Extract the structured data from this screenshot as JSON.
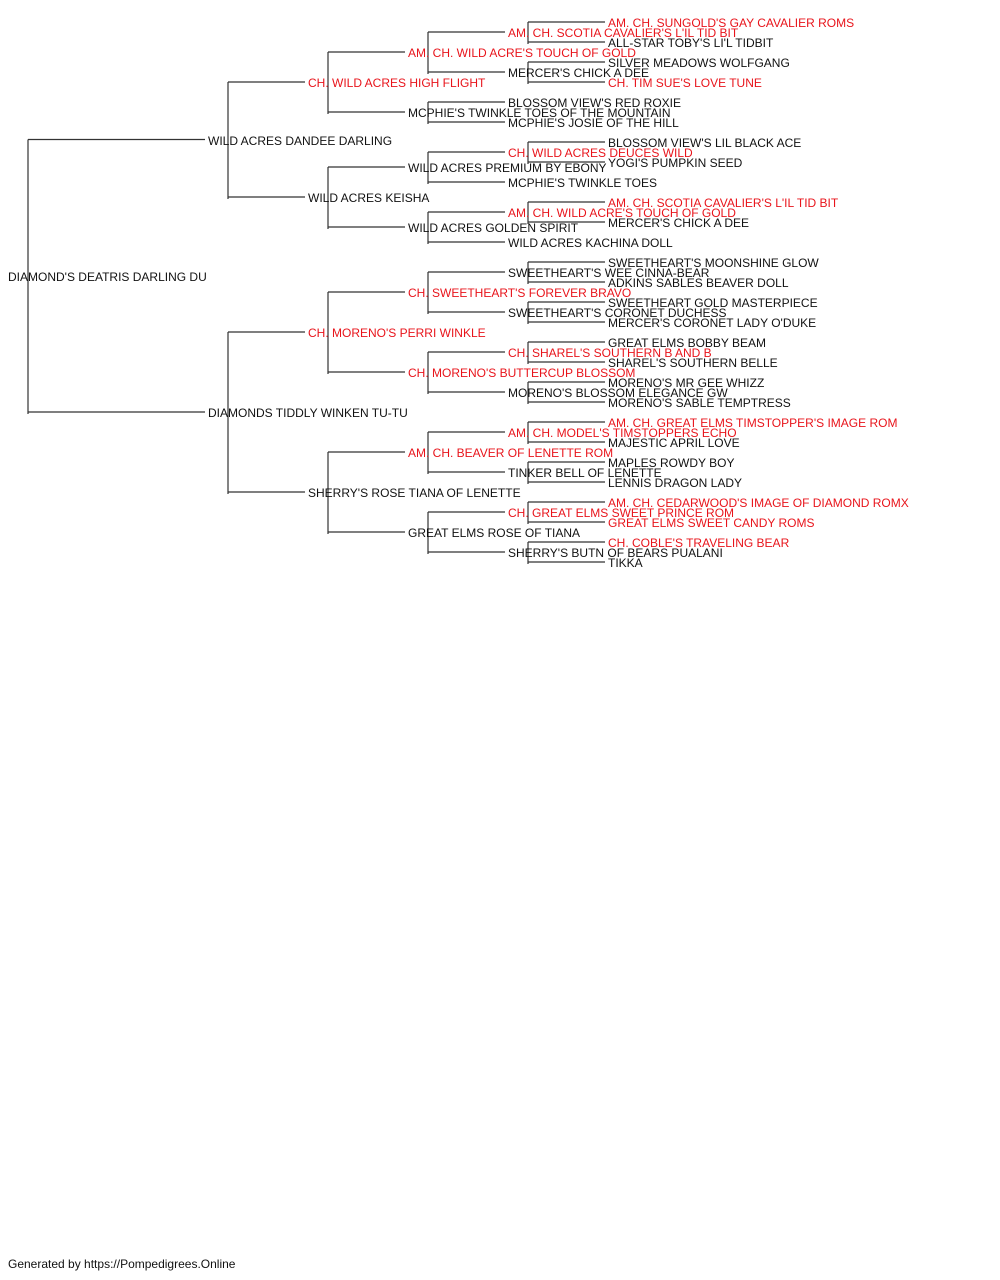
{
  "subject": {
    "name": "DIAMOND'S DEATRIS DARLING DU",
    "champion": false
  },
  "sire": {
    "name": "WILD ACRES DANDEE DARLING",
    "champion": false
  },
  "sire_sire": {
    "name": "CH. WILD ACRES HIGH FLIGHT",
    "champion": true
  },
  "sire_sire_sire": {
    "name": "AM. CH. WILD ACRE'S TOUCH OF GOLD",
    "champion": true
  },
  "sire_sire_sire_sire": {
    "name": "AM. CH. SCOTIA CAVALIER'S L'IL TID BIT",
    "champion": true
  },
  "sire_sire_sire_sire_sire": {
    "name": "AM. CH. SUNGOLD'S GAY CAVALIER ROMS",
    "champion": true
  },
  "sire_sire_sire_sire_dam": {
    "name": "ALL-STAR TOBY'S LI'L TIDBIT",
    "champion": false
  },
  "sire_sire_sire_dam": {
    "name": "MERCER'S CHICK A DEE",
    "champion": false
  },
  "sire_sire_sire_dam_sire": {
    "name": "SILVER MEADOWS WOLFGANG",
    "champion": false
  },
  "sire_sire_sire_dam_dam": {
    "name": "CH. TIM SUE'S LOVE TUNE",
    "champion": true
  },
  "sire_sire_dam": {
    "name": "MCPHIE'S TWINKLE TOES OF THE MOUNTAIN",
    "champion": false
  },
  "sire_sire_dam_sire": {
    "name": "BLOSSOM VIEW'S RED ROXIE",
    "champion": false
  },
  "sire_sire_dam_dam": {
    "name": "MCPHIE'S JOSIE OF THE HILL",
    "champion": false
  },
  "sire_dam": {
    "name": "WILD ACRES KEISHA",
    "champion": false
  },
  "sire_dam_sire": {
    "name": "WILD ACRES PREMIUM BY EBONY",
    "champion": false
  },
  "sire_dam_sire_sire": {
    "name": "CH. WILD ACRES DEUCES WILD",
    "champion": true
  },
  "sire_dam_sire_sire_sire": {
    "name": "BLOSSOM VIEW'S LIL BLACK ACE",
    "champion": false
  },
  "sire_dam_sire_sire_dam": {
    "name": "YOGI'S PUMPKIN SEED",
    "champion": false
  },
  "sire_dam_sire_dam": {
    "name": "MCPHIE'S TWINKLE TOES",
    "champion": false
  },
  "sire_dam_dam": {
    "name": "WILD ACRES GOLDEN SPIRIT",
    "champion": false
  },
  "sire_dam_dam_sire": {
    "name": "AM. CH. WILD ACRE'S TOUCH OF GOLD",
    "champion": true
  },
  "sire_dam_dam_sire_sire": {
    "name": "AM. CH. SCOTIA CAVALIER'S L'IL TID BIT",
    "champion": true
  },
  "sire_dam_dam_sire_dam": {
    "name": "MERCER'S CHICK A DEE",
    "champion": false
  },
  "sire_dam_dam_dam": {
    "name": "WILD ACRES KACHINA DOLL",
    "champion": false
  },
  "dam": {
    "name": "DIAMONDS TIDDLY WINKEN TU-TU",
    "champion": false
  },
  "dam_sire": {
    "name": "CH. MORENO'S PERRI WINKLE",
    "champion": true
  },
  "dam_sire_sire": {
    "name": "CH. SWEETHEART'S FOREVER BRAVO",
    "champion": true
  },
  "dam_sire_sire_sire": {
    "name": "SWEETHEART'S WEE CINNA-BEAR",
    "champion": false
  },
  "dam_sire_sire_sire_sire": {
    "name": "SWEETHEART'S MOONSHINE GLOW",
    "champion": false
  },
  "dam_sire_sire_sire_dam": {
    "name": "ADKINS SABLES BEAVER DOLL",
    "champion": false
  },
  "dam_sire_sire_dam": {
    "name": "SWEETHEART'S CORONET DUCHESS",
    "champion": false
  },
  "dam_sire_sire_dam_sire": {
    "name": "SWEETHEART GOLD MASTERPIECE",
    "champion": false
  },
  "dam_sire_sire_dam_dam": {
    "name": "MERCER'S CORONET LADY O'DUKE",
    "champion": false
  },
  "dam_sire_dam": {
    "name": "CH. MORENO'S BUTTERCUP BLOSSOM",
    "champion": true
  },
  "dam_sire_dam_sire": {
    "name": "CH. SHAREL'S SOUTHERN B AND B",
    "champion": true
  },
  "dam_sire_dam_sire_sire": {
    "name": "GREAT ELMS BOBBY BEAM",
    "champion": false
  },
  "dam_sire_dam_sire_dam": {
    "name": "SHAREL'S SOUTHERN BELLE",
    "champion": false
  },
  "dam_sire_dam_dam": {
    "name": "MORENO'S BLOSSOM ELEGANCE GW",
    "champion": false
  },
  "dam_sire_dam_dam_sire": {
    "name": "MORENO'S MR GEE WHIZZ",
    "champion": false
  },
  "dam_sire_dam_dam_dam": {
    "name": "MORENO'S SABLE TEMPTRESS",
    "champion": false
  },
  "dam_dam": {
    "name": "SHERRY'S ROSE TIANA OF LENETTE",
    "champion": false
  },
  "dam_dam_sire": {
    "name": "AM. CH. BEAVER OF LENETTE ROM",
    "champion": true
  },
  "dam_dam_sire_sire": {
    "name": "AM. CH. MODEL'S TIMSTOPPERS ECHO",
    "champion": true
  },
  "dam_dam_sire_sire_sire": {
    "name": "AM. CH. GREAT ELMS TIMSTOPPER'S IMAGE ROM",
    "champion": true
  },
  "dam_dam_sire_sire_dam": {
    "name": "MAJESTIC APRIL LOVE",
    "champion": false
  },
  "dam_dam_sire_dam": {
    "name": "TINKER BELL OF LENETTE",
    "champion": false
  },
  "dam_dam_sire_dam_sire": {
    "name": "MAPLES ROWDY BOY",
    "champion": false
  },
  "dam_dam_sire_dam_dam": {
    "name": "LENNIS DRAGON LADY",
    "champion": false
  },
  "dam_dam_dam": {
    "name": "GREAT ELMS ROSE OF TIANA",
    "champion": false
  },
  "dam_dam_dam_sire": {
    "name": "CH. GREAT ELMS SWEET PRINCE ROM",
    "champion": true
  },
  "dam_dam_dam_sire_sire": {
    "name": "AM. CH. CEDARWOOD'S IMAGE OF DIAMOND ROMX",
    "champion": true
  },
  "dam_dam_dam_sire_dam": {
    "name": "GREAT ELMS SWEET CANDY ROMS",
    "champion": true
  },
  "dam_dam_dam_dam": {
    "name": "SHERRY'S BUTN OF BEARS PUALANI",
    "champion": false
  },
  "dam_dam_dam_dam_sire": {
    "name": "CH. COBLE'S TRAVELING BEAR",
    "champion": true
  },
  "dam_dam_dam_dam_dam": {
    "name": "TIKKA",
    "champion": false
  },
  "footer": "Generated by https://Pompedigrees.Online",
  "colors": {
    "champion": "#e8141b",
    "text": "#111111",
    "line": "#333333"
  }
}
